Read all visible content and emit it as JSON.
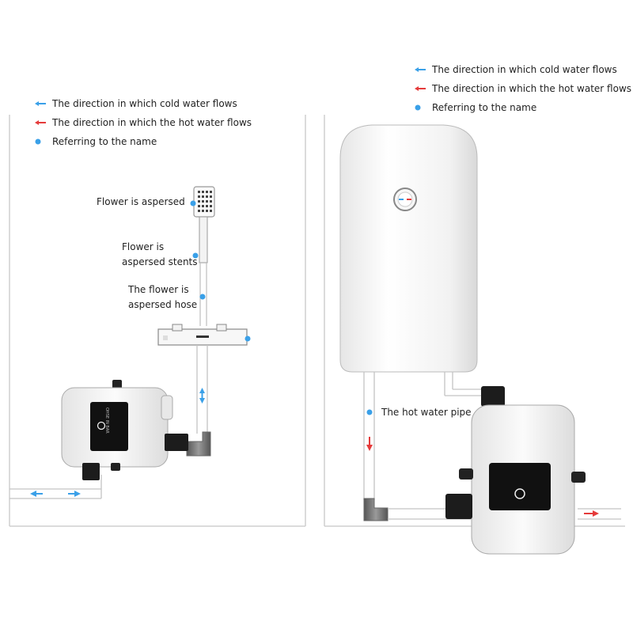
{
  "colors": {
    "cold": "#3aa0e8",
    "hot": "#e53b3b",
    "dot": "#3aa0e8",
    "line": "#c9c9c9",
    "pipe": "#e9e9e9",
    "fitting": "#8f8f8f",
    "pump_body": "#f4f4f4",
    "pump_panel": "#111111"
  },
  "left": {
    "legend": [
      {
        "icon": "cold-arrow-icon",
        "label": "The direction in which cold water flows"
      },
      {
        "icon": "hot-arrow-icon",
        "label": "The direction in which the hot water flows"
      },
      {
        "icon": "blue-dot-icon",
        "label": "Referring to the name"
      }
    ],
    "labels": {
      "shower_head": "Flower is aspersed",
      "stents_line1": "Flower is",
      "stents_line2": "aspersed stents",
      "hose_line1": "The flower is",
      "hose_line2": "aspersed hose"
    },
    "pump_panel_text": "OHSE IN BAR"
  },
  "right": {
    "legend": [
      {
        "icon": "cold-arrow-icon",
        "label": "The direction in which cold water flows"
      },
      {
        "icon": "hot-arrow-icon",
        "label": "The direction in which the hot water flows"
      },
      {
        "icon": "blue-dot-icon",
        "label": "Referring to the name"
      }
    ],
    "labels": {
      "hot_pipe": "The hot water pipe"
    }
  }
}
